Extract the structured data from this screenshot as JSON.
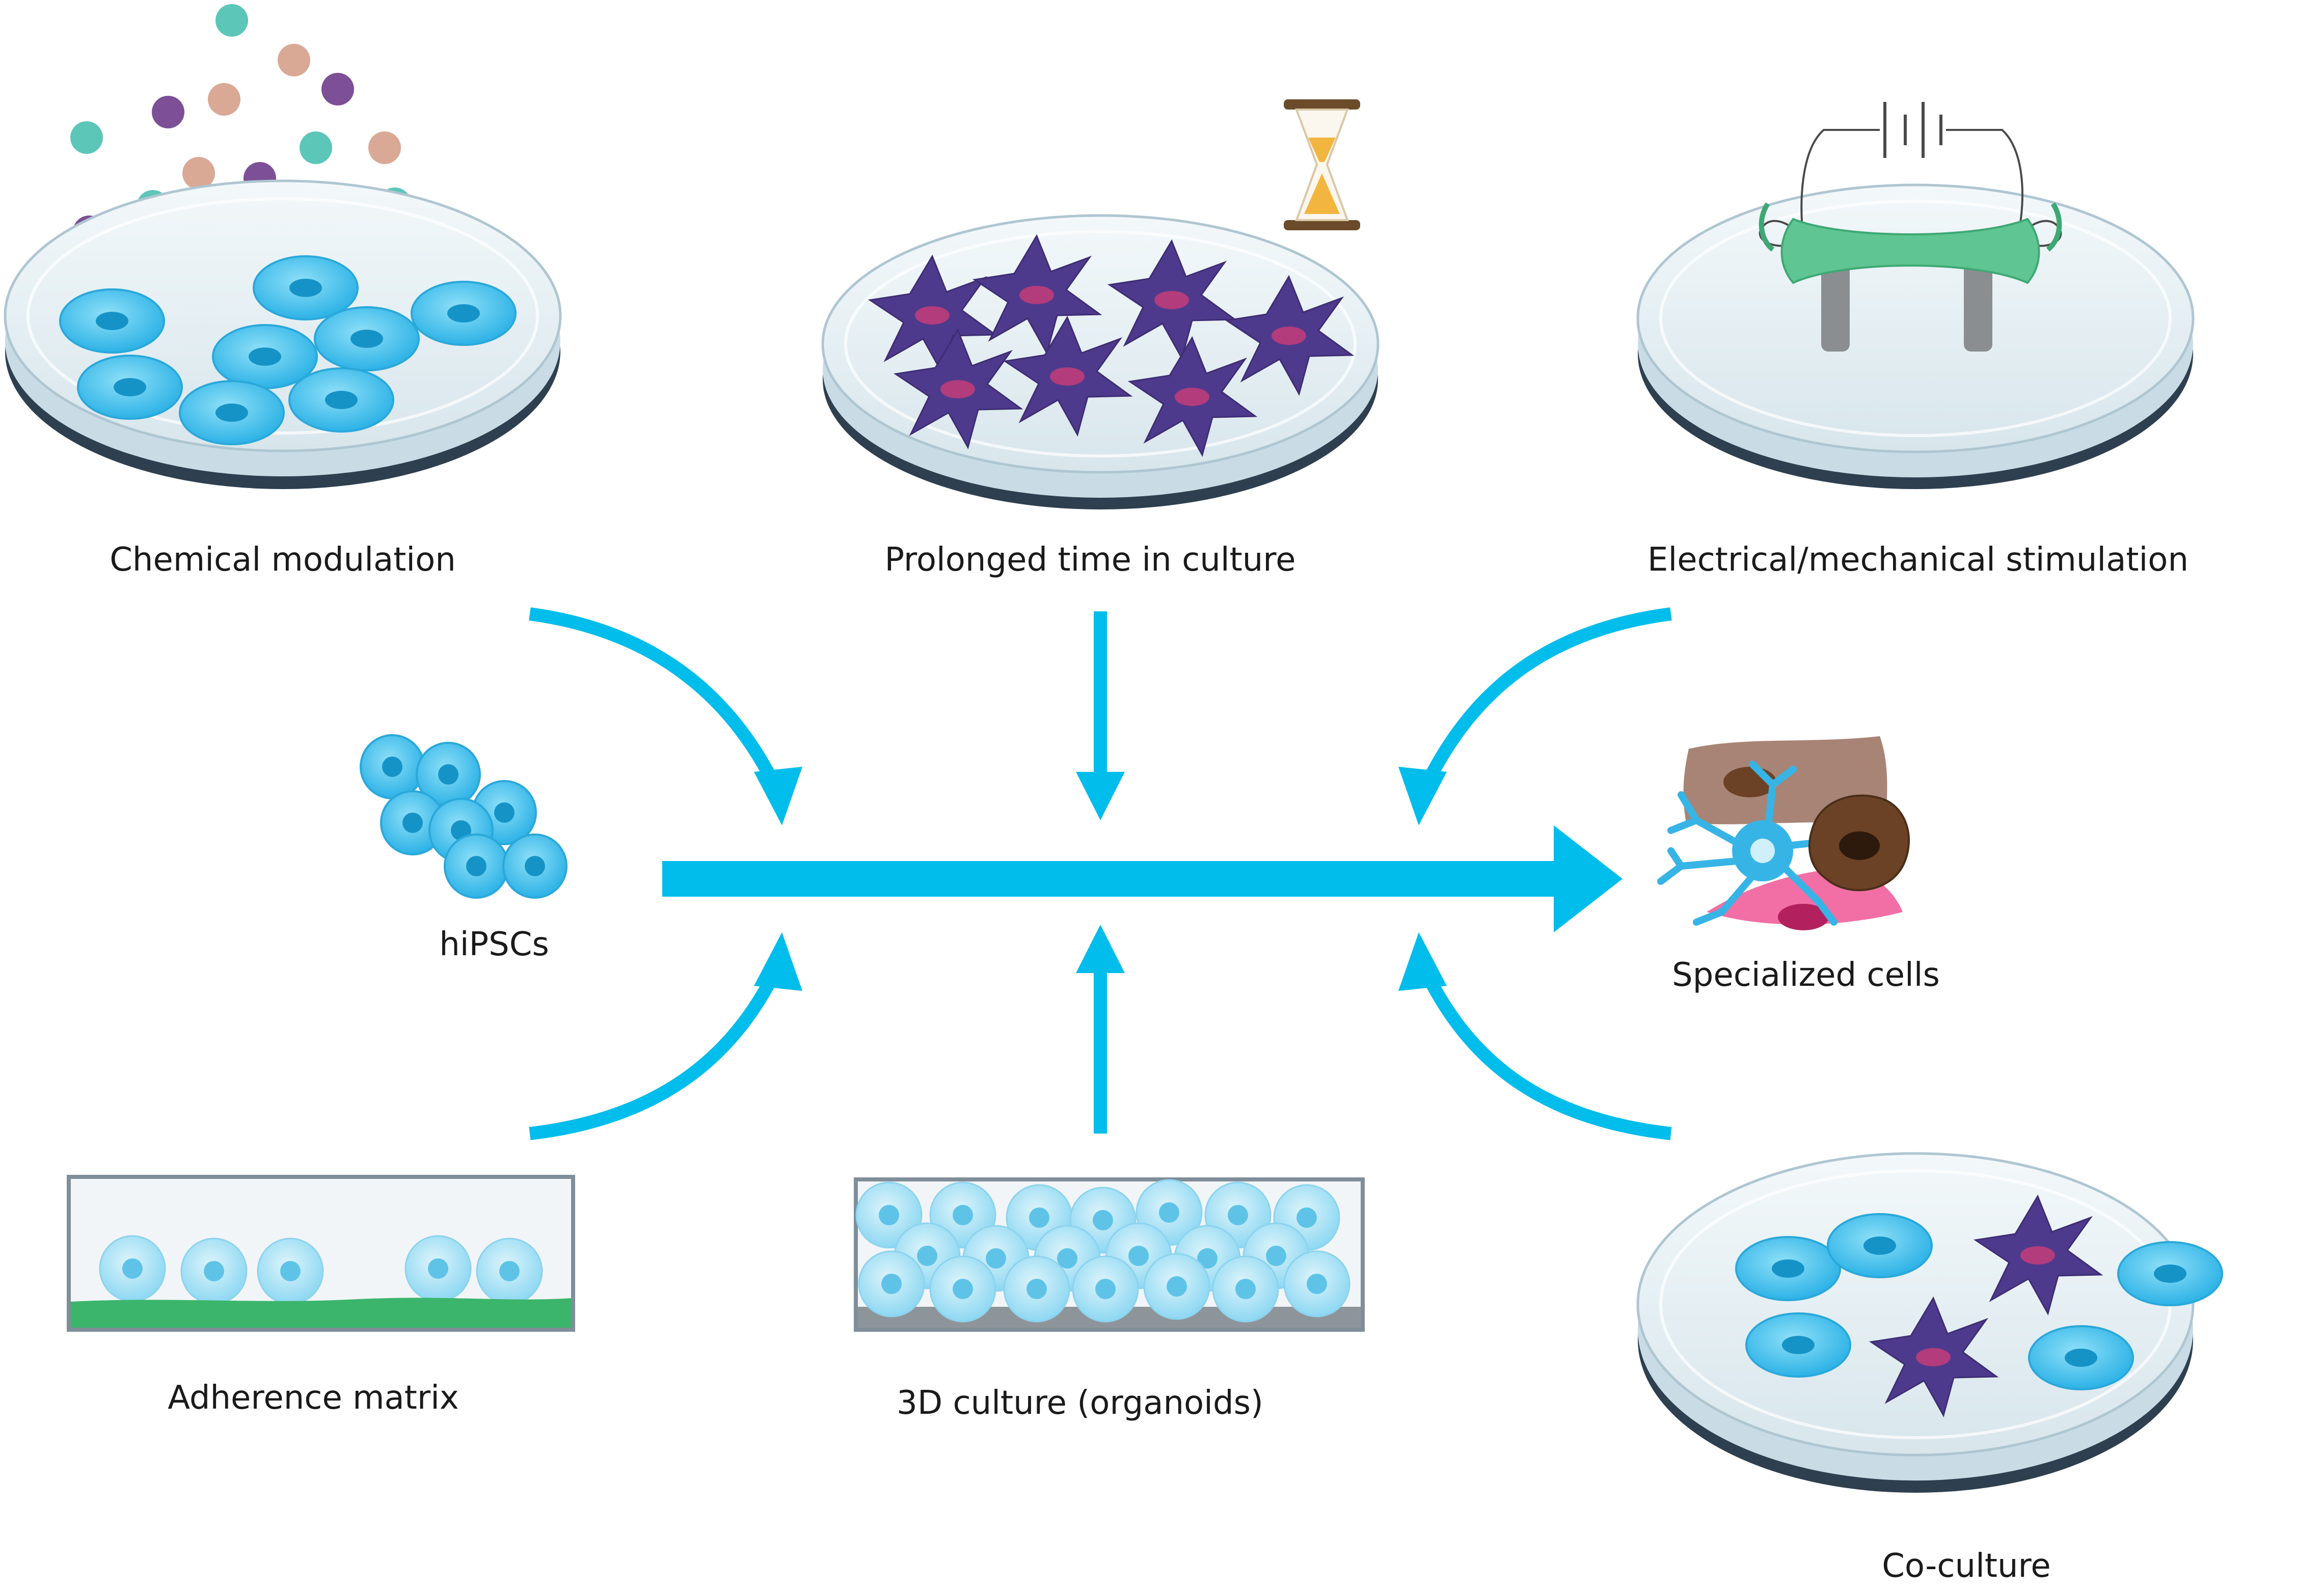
{
  "labels": {
    "chemical": "Chemical modulation",
    "prolonged": "Prolonged time in culture",
    "electrical": "Electrical/mechanical stimulation",
    "hipsc": "hiPSCs",
    "specialized": "Specialized cells",
    "adherence": "Adherence matrix",
    "culture3d": "3D culture (organoids)",
    "coculture": "Co-culture"
  },
  "colors": {
    "arrow": "#00BDEB",
    "stem_cell": "#3CC0EC",
    "stem_nucleus": "#1698C8",
    "neuron_cell": "#4E3A8C",
    "neuron_nucleus": "#B23C7C",
    "dish_rim": "#2E3F4F",
    "dish_fill": "#E4EEF3",
    "matrix": "#3BB56C",
    "bead_teal": "#5CC6B8",
    "bead_purple": "#7C4F96",
    "bead_tan": "#D9A996",
    "hourglass_frame": "#6B4B2A",
    "hourglass_sand": "#F2B640",
    "electrode_bar": "#5FC592",
    "electrode_post": "#8A8E90",
    "spec_tan": "#A88476",
    "spec_brown": "#6B4226",
    "spec_pink": "#F16FA5",
    "spec_neuron": "#37B4E6"
  }
}
